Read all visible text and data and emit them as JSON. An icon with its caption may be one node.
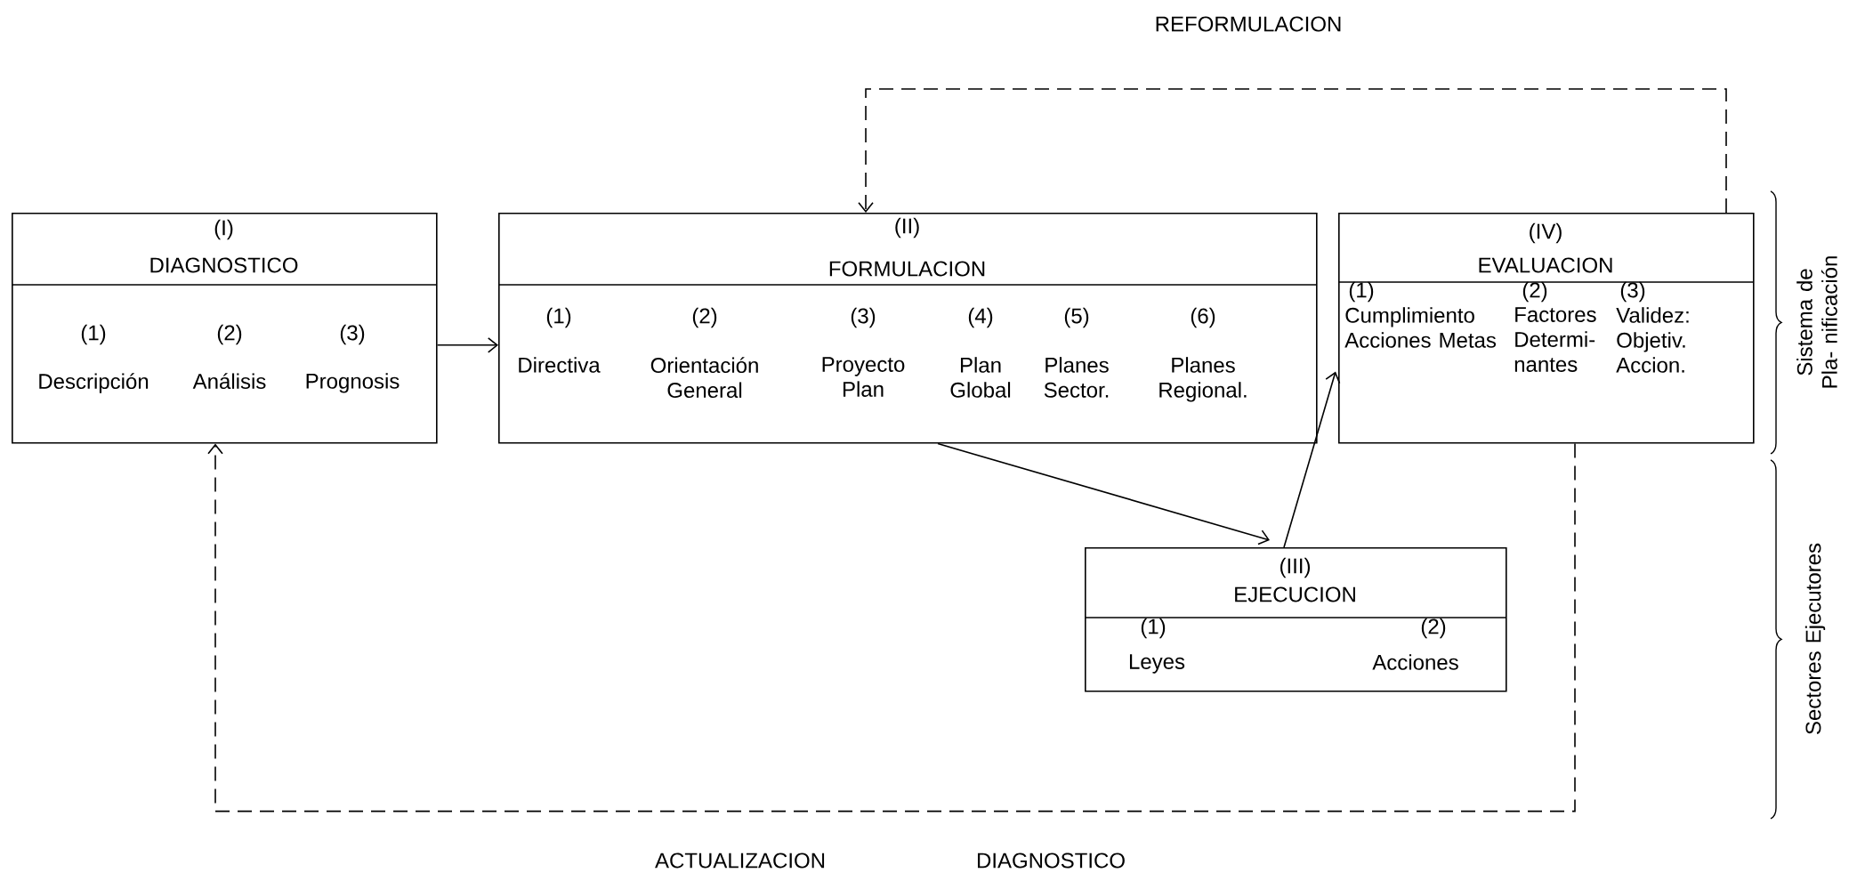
{
  "diagram": {
    "nodes": [
      {
        "text": [
          "(I)",
          "DIAGNOSTICO",
          "(1)",
          "Descripción",
          "(2)",
          "Análisis",
          "(3)",
          "Prognosis"
        ]
      },
      {
        "text": [
          "(II)",
          "FORMULACION",
          "(1)",
          "Directiva",
          "(2)",
          "Orientación General",
          "(3)",
          "Proyecto Plan",
          "(4)",
          "Plan Global",
          "(5)",
          "Planes Sector.",
          "(6)",
          "Planes Regional."
        ]
      },
      {
        "text": [
          "(III)",
          "EJECUCION",
          "(1)",
          "Leyes",
          "(2)",
          "Acciones"
        ]
      },
      {
        "text": [
          "(IV)",
          "EVALUACION",
          "(1)",
          "Cumplimiento Acciones Metas",
          "(2)",
          "Factores Determi- nantes",
          "(3)",
          "Validez: Objetiv. Accion."
        ]
      }
    ],
    "edges": [
      {
        "from": 0,
        "to": 1,
        "arrow": "to"
      },
      {
        "from": 1,
        "to": 2,
        "arrow": "to"
      },
      {
        "from": 2,
        "to": 3,
        "arrow": "to"
      },
      {
        "from": 3,
        "to": 1,
        "arrow": "to",
        "style": "dashed",
        "label": "REFORMULACION"
      },
      {
        "from": 3,
        "to": 0,
        "arrow": "to",
        "style": "dashed"
      }
    ],
    "labels": [
      "ACTUALIZACION",
      "DIAGNOSTICO",
      "Sistema de Pla- nificación",
      "Sectores Ejecutores"
    ]
  }
}
